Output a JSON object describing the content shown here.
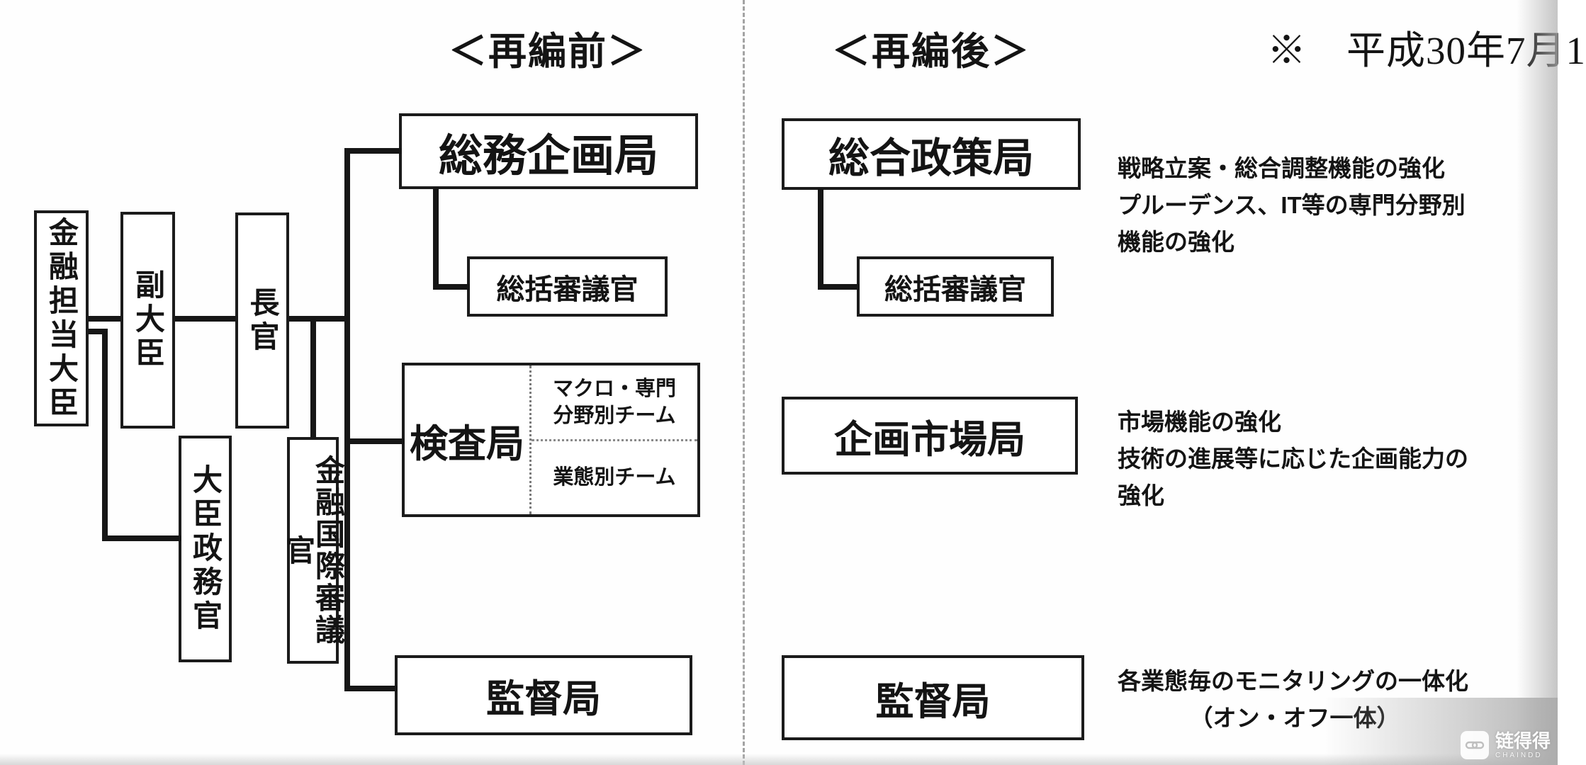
{
  "titles": {
    "before": "＜再編前＞",
    "after": "＜再編後＞",
    "note": "※　平成30年7月1"
  },
  "before": {
    "minister": "金融担当大臣",
    "vice_minister": "副大臣",
    "commissioner": "長官",
    "parliamentary_vice_minister": "大臣政務官",
    "vice_commissioner_international": "金融国際審議官",
    "bureau_general_planning": "総務企画局",
    "deputy_commissioner": "総括審議官",
    "bureau_inspection": "検査局",
    "team_macro_line1": "マクロ・専門",
    "team_macro_line2": "分野別チーム",
    "team_by_industry": "業態別チーム",
    "bureau_supervision": "監督局"
  },
  "after": {
    "bureau_strategy": "総合政策局",
    "deputy_commissioner": "総括審議官",
    "bureau_policy_markets": "企画市場局",
    "bureau_supervision": "監督局",
    "note_strategy_line1": "戦略立案・総合調整機能の強化",
    "note_strategy_line2": "プルーデンス、IT等の専門分野別",
    "note_strategy_line3": "機能の強化",
    "note_markets_line1": "市場機能の強化",
    "note_markets_line2": "技術の進展等に応じた企画能力の強化",
    "note_supervision_line1": "各業態毎のモニタリングの一体化",
    "note_supervision_line2": "（オン・オフ一体）"
  },
  "watermark": {
    "name_cjk": "链得得",
    "name_latin": "CHAINDD"
  },
  "colors": {
    "line": "#161616",
    "box_border": "#1b1b1b",
    "divider": "#a3a3a3"
  }
}
